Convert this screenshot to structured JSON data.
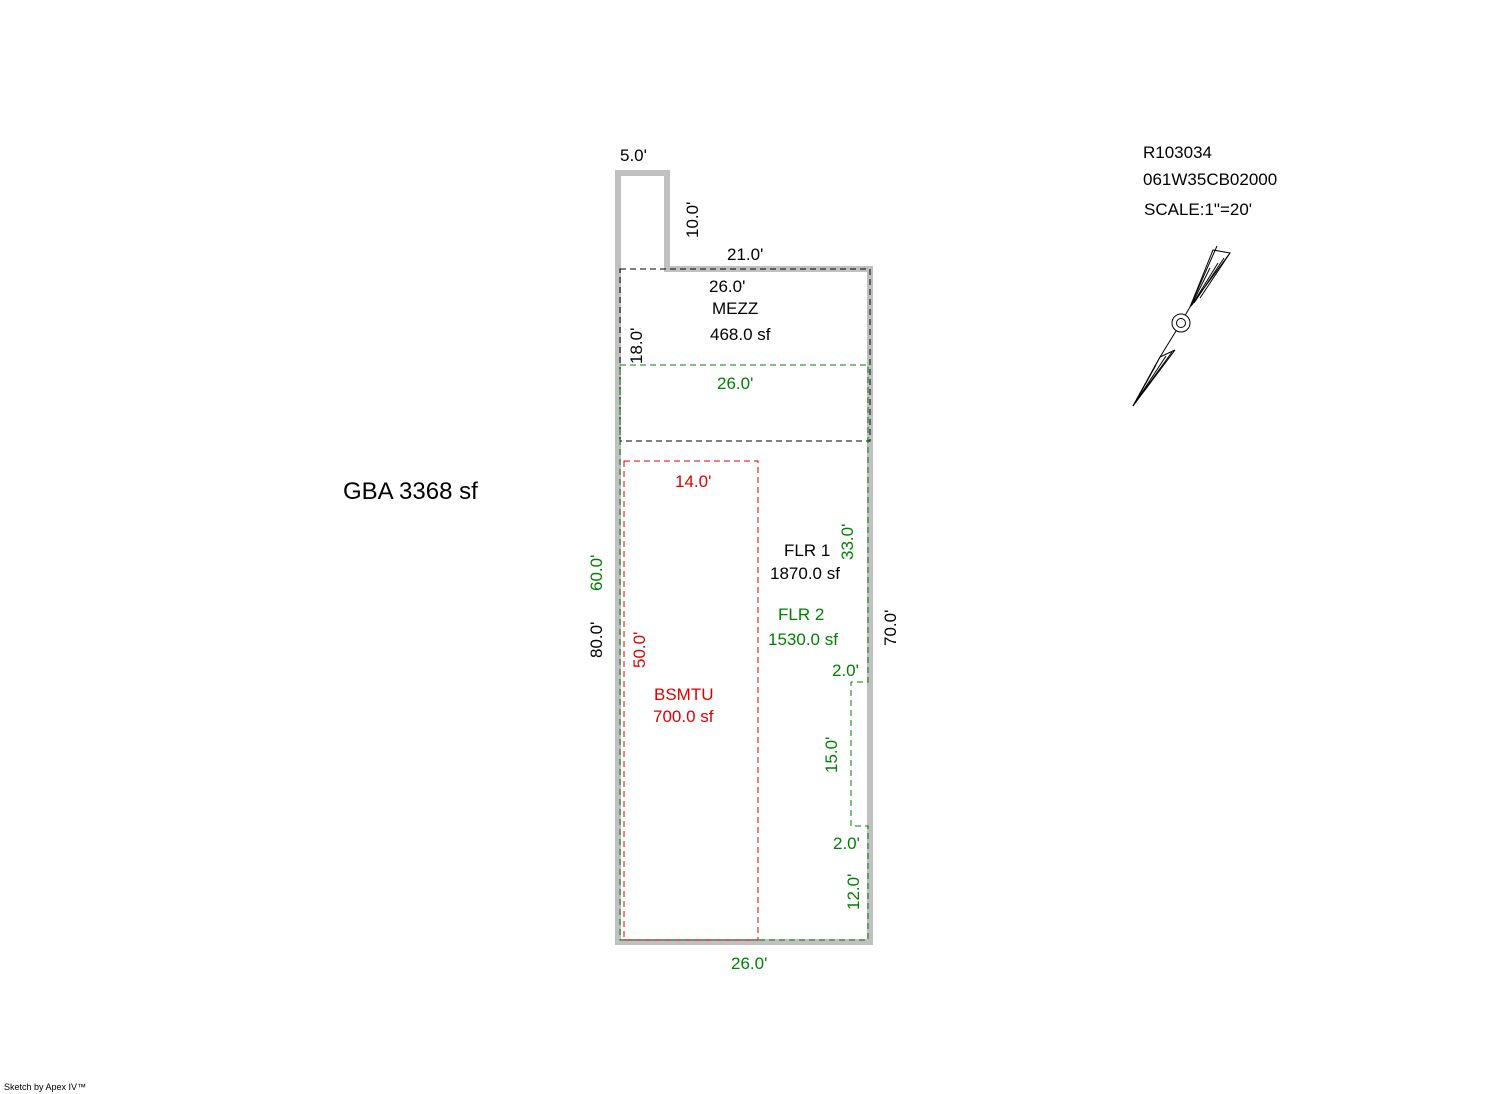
{
  "header": {
    "parcel_id": "R103034",
    "map_number": "061W35CB02000",
    "scale": "SCALE:1\"=20'"
  },
  "summary": {
    "gba": "GBA 3368 sf"
  },
  "areas": {
    "mezz": {
      "name": "MEZZ",
      "area": "468.0 sf"
    },
    "flr1": {
      "name": "FLR 1",
      "area": "1870.0 sf"
    },
    "flr2": {
      "name": "FLR 2",
      "area": "1530.0 sf"
    },
    "bsmtu": {
      "name": "BSMTU",
      "area": "700.0 sf"
    }
  },
  "dimensions": {
    "main_top_left_width": "5.0'",
    "main_notch_depth": "10.0'",
    "main_top_width": "21.0'",
    "main_left_height": "80.0'",
    "main_right_height": "70.0'",
    "mezz_width": "26.0'",
    "mezz_height": "18.0'",
    "flr2_top_width": "26.0'",
    "flr2_left_height": "60.0'",
    "flr2_right_upper": "33.0'",
    "flr2_step_1": "2.0'",
    "flr2_right_middle": "15.0'",
    "flr2_step_2": "2.0'",
    "flr2_right_lower": "12.0'",
    "flr2_bottom_width": "26.0'",
    "bsmtu_width": "14.0'",
    "bsmtu_height": "50.0'"
  },
  "footer": {
    "credit": "Sketch by Apex IV™"
  },
  "colors": {
    "floor1": "#c0c0c0",
    "floor2": "#008000",
    "basement": "#e00000",
    "mezzanine": "#000000"
  }
}
